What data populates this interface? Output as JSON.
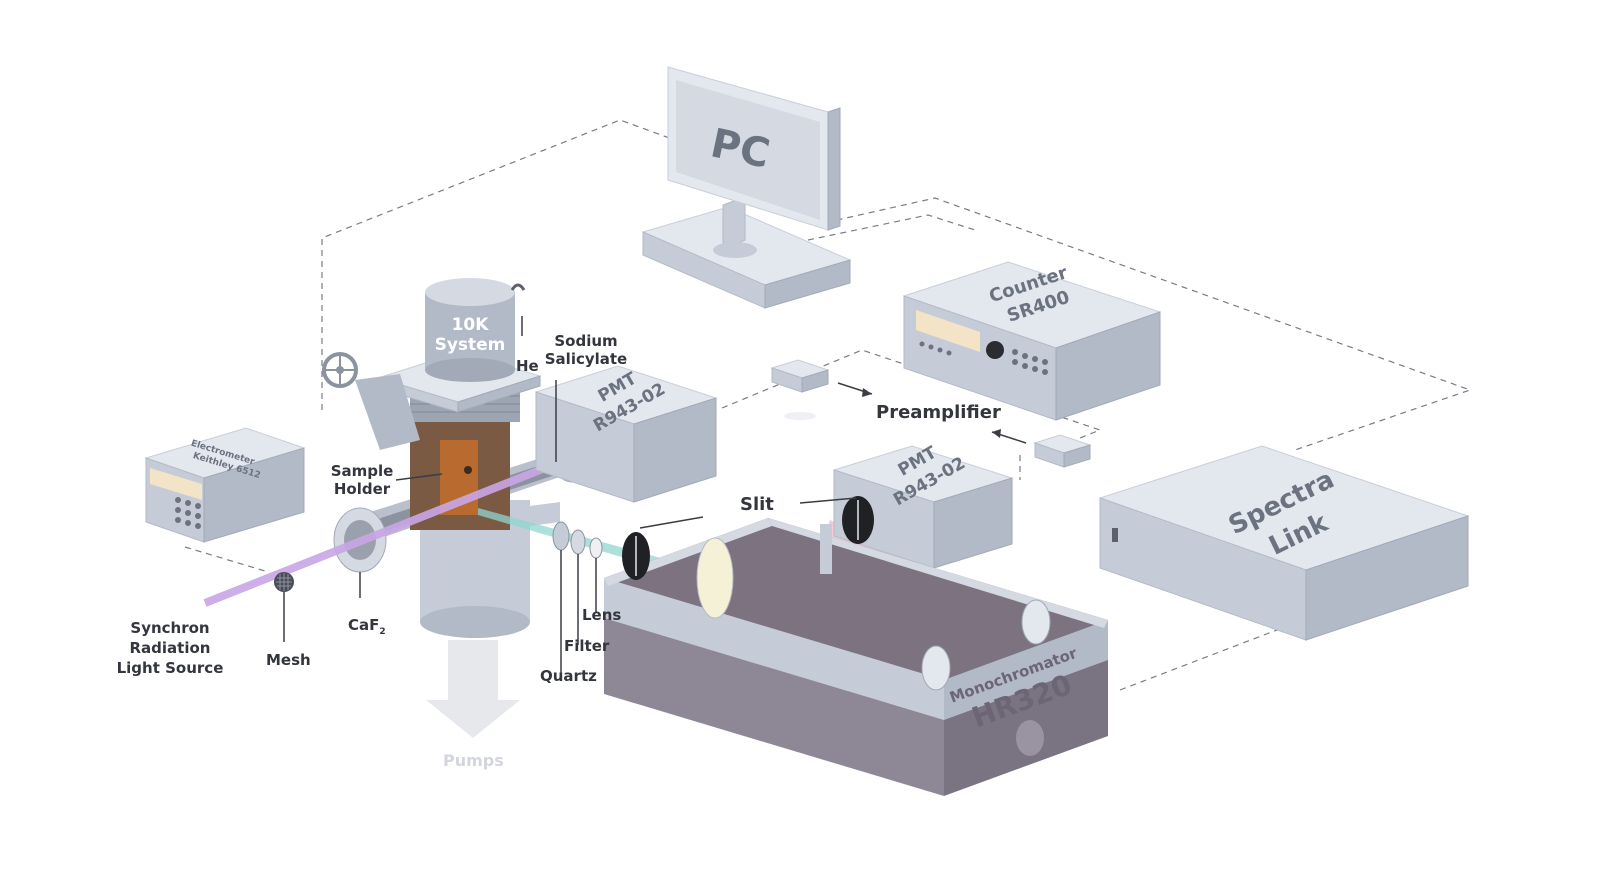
{
  "devices": {
    "pc": "PC",
    "counter_line1": "Counter",
    "counter_line2": "SR400",
    "pmt1_line1": "PMT",
    "pmt1_line2": "R943-02",
    "pmt2_line1": "PMT",
    "pmt2_line2": "R943-02",
    "spectra_line1": "Spectra",
    "spectra_line2": "Link",
    "electrometer_line1": "Electrometer",
    "electrometer_line2": "Keithley 6512",
    "cryo_line1": "10K",
    "cryo_line2": "System",
    "mono_line1": "Monochromator",
    "mono_line2": "HR320"
  },
  "labels": {
    "he": "He",
    "sodium_line1": "Sodium",
    "sodium_line2": "Salicylate",
    "sample_line1": "Sample",
    "sample_line2": "Holder",
    "preamplifier": "Preamplifier",
    "slit": "Slit",
    "lens": "Lens",
    "filter": "Filter",
    "quartz": "Quartz",
    "caf2": "CaF",
    "caf2_sub": "2",
    "mesh": "Mesh",
    "synchron_line1": "Synchron",
    "synchron_line2": "Radiation",
    "synchron_line3": "Light Source",
    "pumps": "Pumps"
  },
  "colors": {
    "device_top": "#e3e7ee",
    "device_side_left": "#c6ccd7",
    "device_side_right": "#b3bac7",
    "uv_beam": "#c9a6e6",
    "cyan_beam": "#8fd6cf",
    "pink_beam": "#f2a7b8",
    "sample_holder": "#b96a2e",
    "display": "#f3e4c8"
  }
}
